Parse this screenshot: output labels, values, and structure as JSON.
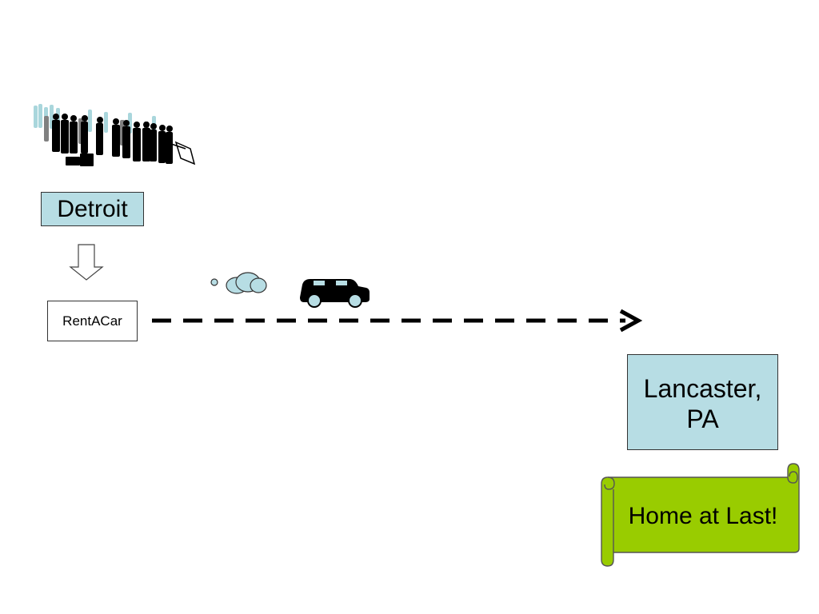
{
  "nodes": {
    "start": "Detroit",
    "rental": "RentACar",
    "destination": "Lancaster,\nPA",
    "banner": "Home at Last!"
  },
  "icons": {
    "crowd": "people-crowd-icon",
    "luggage": "luggage-icon",
    "down_arrow": "down-arrow-icon",
    "car": "car-icon",
    "exhaust": "exhaust-cloud-icon",
    "scroll": "scroll-banner-icon"
  },
  "colors": {
    "box_fill": "#b7dde4",
    "banner_fill": "#99cc00",
    "cloud_fill": "#b7dde4",
    "car_body": "#000000"
  }
}
